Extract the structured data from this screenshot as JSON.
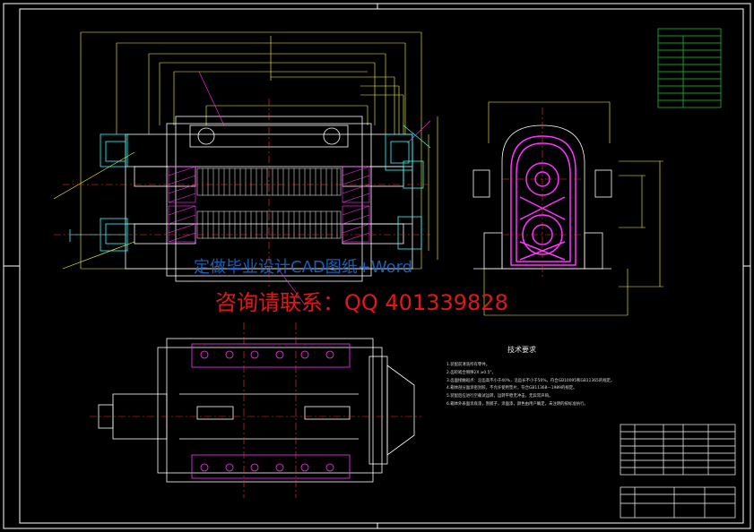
{
  "watermark": {
    "line1": "定做毕业设计CAD图纸+Word",
    "line2": "咨询请联系：QQ 401339828"
  },
  "tech_requirements": {
    "title": "技术要求",
    "items": [
      "1.装配前清洗所有零件。",
      "2.齿轮啮合侧隙2X ≥0.5°。",
      "3.齿面接触斑点：沿齿高不小于40%，沿齿长不小于50%，符合GB10095和GB11365的规定。",
      "4.箱体剖分面涂密封胶，不允许使用垫片，符合GB11368—1989的规定。",
      "5.装配后应进行空载试运转，运转平稳无冲击，无异常声响。",
      "6.箱体外表面涂底漆，刮腻子，涂面漆，颜色由用户确定，未注明的按标准执行。"
    ]
  },
  "colors": {
    "frame": "#ffffff",
    "construction": "#ffff33",
    "part": "#ff33ff",
    "center": "#ff3333",
    "dims": "#33ffff",
    "table": "#22cc44",
    "watermark_blue": "#1e6fd8",
    "watermark_red": "#e01818"
  }
}
